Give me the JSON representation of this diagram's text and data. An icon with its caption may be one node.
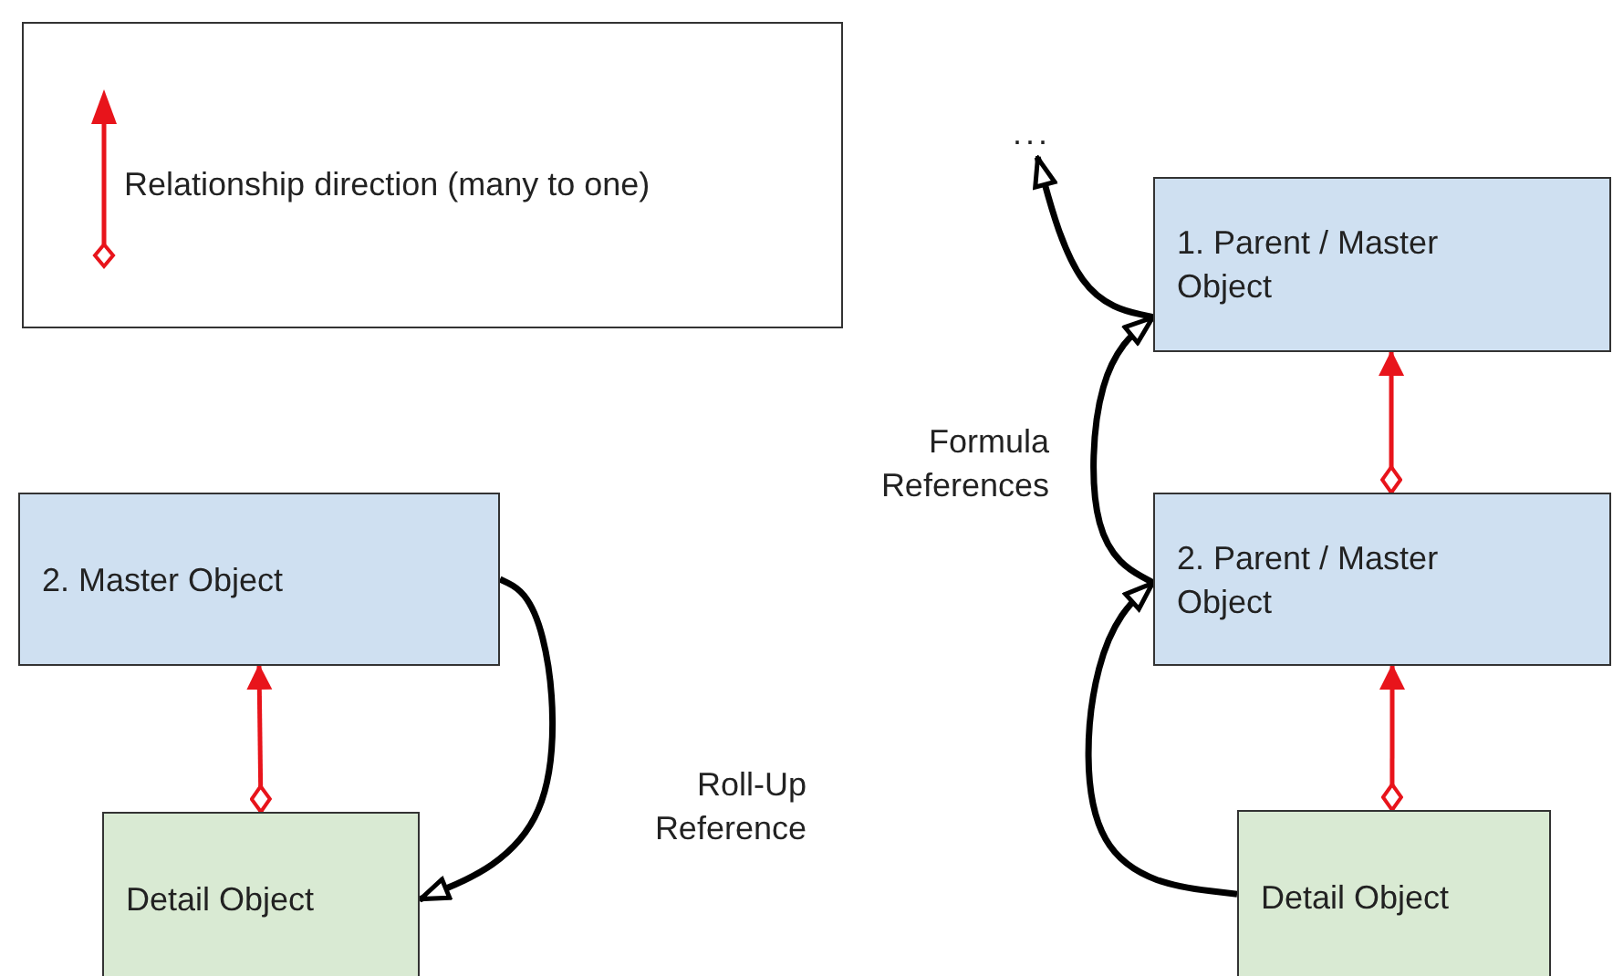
{
  "diagram": {
    "nodes": [
      {
        "text": [
          "2. Master Object"
        ]
      },
      {
        "text": [
          "Detail Object"
        ]
      },
      {
        "text": [
          "..."
        ]
      },
      {
        "text": [
          "1. Parent / Master Object"
        ]
      },
      {
        "text": [
          "2. Parent / Master Object"
        ]
      },
      {
        "text": [
          "Detail Object"
        ]
      }
    ],
    "edges": [
      {
        "from": 1,
        "to": 0,
        "arrow": "to",
        "color": "#e8141b"
      },
      {
        "from": 0,
        "to": 1,
        "arrow": "to",
        "label": "Roll-Up Reference"
      },
      {
        "from": 4,
        "to": 3,
        "arrow": "to",
        "color": "#e8141b"
      },
      {
        "from": 5,
        "to": 4,
        "arrow": "to",
        "color": "#e8141b"
      },
      {
        "from": 5,
        "to": 4,
        "arrow": "to"
      },
      {
        "from": 4,
        "to": 3,
        "arrow": "to",
        "label": "Formula References"
      },
      {
        "from": 3,
        "to": 2,
        "arrow": "to"
      }
    ],
    "legend": [
      {
        "text": "Relationship direction (many to one)"
      }
    ]
  }
}
